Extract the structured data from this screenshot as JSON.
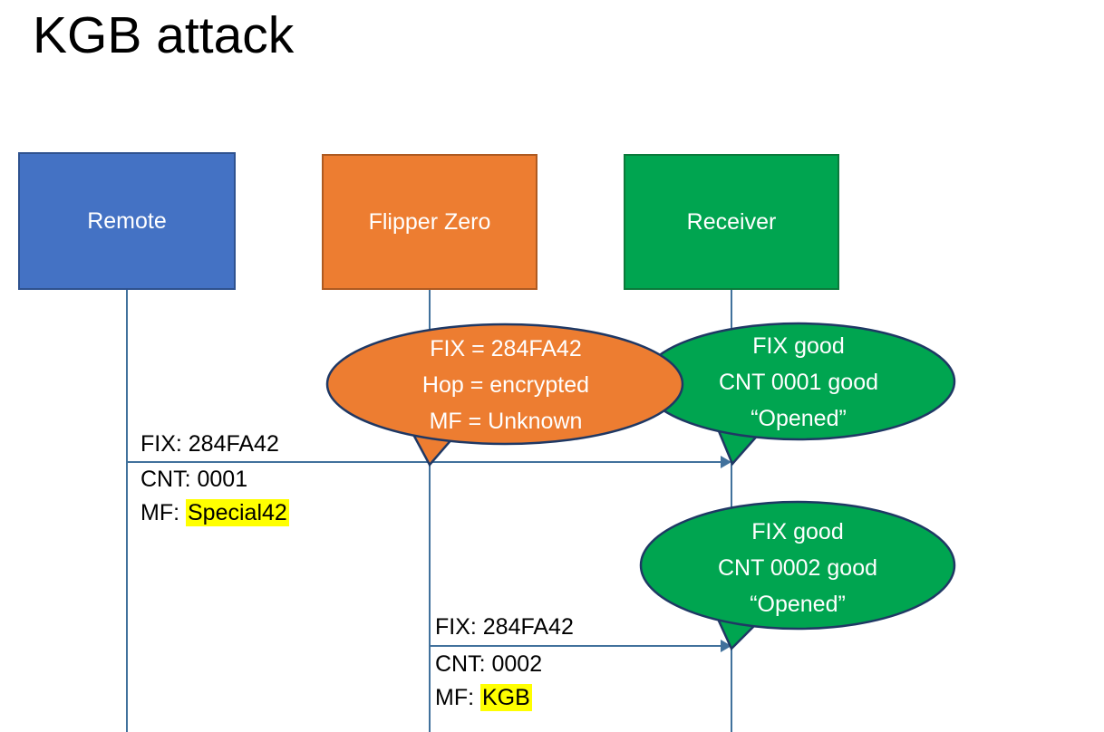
{
  "title": "KGB attack",
  "colors": {
    "remote_fill": "#4472C4",
    "remote_border": "#2F528F",
    "flipper_fill": "#ED7D31",
    "flipper_border": "#AE5A21",
    "receiver_fill": "#00A550",
    "receiver_border": "#0B7A3B",
    "callout_border": "#1F3864",
    "connector_line": "#41719C",
    "highlight": "#FFFF00"
  },
  "actors": [
    {
      "label": "Remote",
      "fill": "#4472C4"
    },
    {
      "label": "Flipper Zero",
      "fill": "#ED7D31"
    },
    {
      "label": "Receiver",
      "fill": "#00A550"
    }
  ],
  "callouts": [
    {
      "line1": "FIX = 284FA42",
      "line2": "Hop = encrypted",
      "line3": "MF = Unknown",
      "fill": "#ED7D31"
    },
    {
      "line1": "FIX good",
      "line2": "CNT 0001 good",
      "line3": "“Opened”",
      "fill": "#00A550"
    },
    {
      "line1": "FIX good",
      "line2": "CNT 0002 good",
      "line3": "“Opened”",
      "fill": "#00A550"
    }
  ],
  "messages": [
    {
      "fix": "FIX: 284FA42",
      "cnt": "CNT: 0001",
      "mf_prefix": "MF: ",
      "mf_value": "Special42"
    },
    {
      "fix": "FIX: 284FA42",
      "cnt": "CNT: 0002",
      "mf_prefix": "MF: ",
      "mf_value": "KGB"
    }
  ]
}
